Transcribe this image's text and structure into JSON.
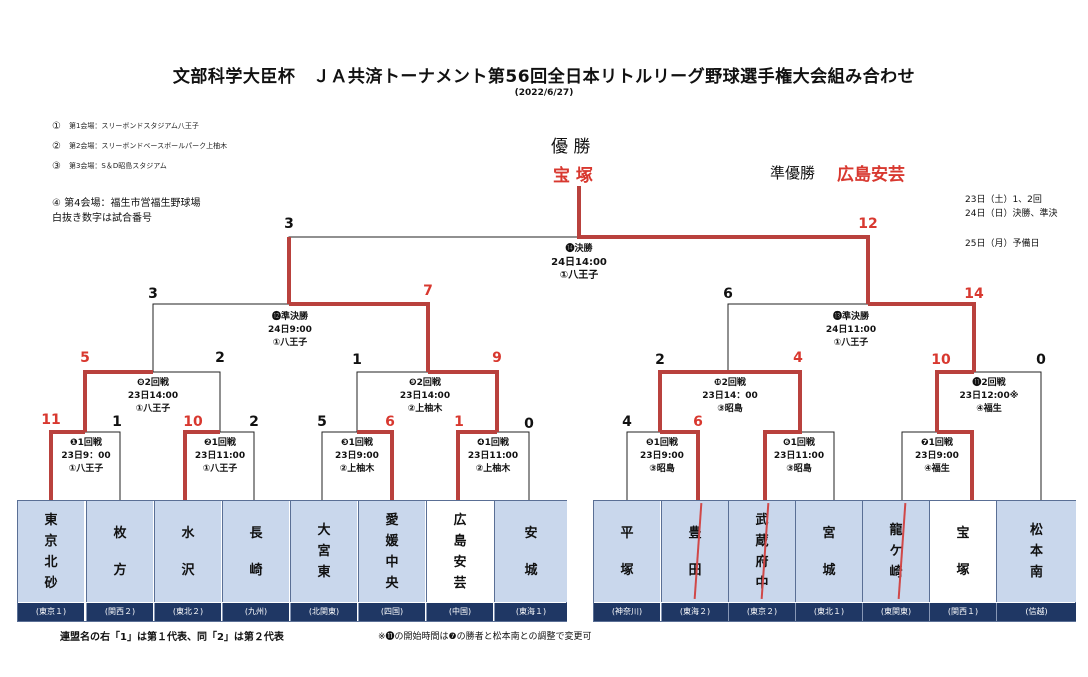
{
  "header": {
    "title": "文部科学大臣杯　ＪＡ共済トーナメント第56回全日本リトルリーグ野球選手権大会組み合わせ",
    "date": "(2022/6/27)"
  },
  "venues": [
    {
      "mark": "①",
      "text": "第1会場：スリーボンドスタジアム八王子"
    },
    {
      "mark": "②",
      "text": "第2会場：スリーボンドベースボールパーク上柚木"
    },
    {
      "mark": "③",
      "text": "第3会場：S＆D昭島スタジアム"
    }
  ],
  "venue4": "④ 第4会場：福生市営福生野球場",
  "venue_note": "白抜き数字は試合番号",
  "schedule": [
    "23日（土）1、2回",
    "24日（日）決勝、準決",
    "25日（月）予備日"
  ],
  "champion": {
    "label": "優 勝",
    "team": "宝 塚"
  },
  "runner_up": {
    "label": "準優勝",
    "team": "広島安芸"
  },
  "matches": {
    "m1": {
      "name": "❶1回戦",
      "time": "23日9：00",
      "venue": "①八王子"
    },
    "m2": {
      "name": "❷1回戦",
      "time": "23日11:00",
      "venue": "①八王子"
    },
    "m3": {
      "name": "❸1回戦",
      "time": "23日9:00",
      "venue": "②上柚木"
    },
    "m4": {
      "name": "❹1回戦",
      "time": "23日11:00",
      "venue": "②上柚木"
    },
    "m5": {
      "name": "❺1回戦",
      "time": "23日9:00",
      "venue": "③昭島"
    },
    "m6": {
      "name": "❻1回戦",
      "time": "23日11:00",
      "venue": "③昭島"
    },
    "m7": {
      "name": "❼1回戦",
      "time": "23日9:00",
      "venue": "④福生"
    },
    "m8": {
      "name": "❽2回戦",
      "time": "23日14:00",
      "venue": "①八王子"
    },
    "m9": {
      "name": "❾2回戦",
      "time": "23日14:00",
      "venue": "②上柚木"
    },
    "m10": {
      "name": "❿2回戦",
      "time": "23日14：00",
      "venue": "③昭島"
    },
    "m11": {
      "name": "⓫2回戦",
      "time": "23日12:00※",
      "venue": "④福生"
    },
    "m12": {
      "name": "⓬準決勝",
      "time": "24日9:00",
      "venue": "①八王子"
    },
    "m13": {
      "name": "⓭準決勝",
      "time": "24日11:00",
      "venue": "①八王子"
    },
    "m14": {
      "name": "⓮決勝",
      "time": "24日14:00",
      "venue": "①八王子"
    }
  },
  "scores": {
    "r1": [
      "11",
      "1",
      "10",
      "2",
      "5",
      "6",
      "1",
      "0",
      "4",
      "6",
      "",
      "",
      "",
      ""
    ],
    "r2": [
      "5",
      "2",
      "1",
      "9",
      "2",
      "4",
      "10",
      "0"
    ],
    "r3": [
      "3",
      "7",
      "6",
      "14"
    ],
    "final": [
      "3",
      "12"
    ]
  },
  "teams": [
    {
      "name": [
        "東",
        "京",
        "北",
        "砂"
      ],
      "region": "(東京１)"
    },
    {
      "name": [
        "枚",
        "方"
      ],
      "region": "(関西２)"
    },
    {
      "name": [
        "水",
        "沢"
      ],
      "region": "(東北２)"
    },
    {
      "name": [
        "長",
        "崎"
      ],
      "region": "(九州)"
    },
    {
      "name": [
        "大",
        "宮",
        "東"
      ],
      "region": "(北関東)"
    },
    {
      "name": [
        "愛",
        "媛",
        "中",
        "央"
      ],
      "region": "(四国)"
    },
    {
      "name": [
        "広",
        "島",
        "安",
        "芸"
      ],
      "region": "(中国)"
    },
    {
      "name": [
        "安",
        "城"
      ],
      "region": "(東海１)"
    },
    {
      "name": [
        "平",
        "塚"
      ],
      "region": "(神奈川)"
    },
    {
      "name": [
        "豊",
        "田"
      ],
      "region": "(東海２)"
    },
    {
      "name": [
        "武",
        "蔵",
        "府",
        "中"
      ],
      "region": "(東京２)"
    },
    {
      "name": [
        "宮",
        "城"
      ],
      "region": "(東北１)"
    },
    {
      "name": [
        "龍",
        "ケ",
        "崎"
      ],
      "region": "(東関東)"
    },
    {
      "name": [
        "宝",
        "塚"
      ],
      "region": "(関西１)"
    },
    {
      "name": [
        "松",
        "本",
        "南"
      ],
      "region": "(信越)"
    }
  ],
  "footer": {
    "left": "連盟名の右「1」は第１代表、同「2」は第２代表",
    "right": "※⓫の開始時間は❼の勝者と松本南との調整で変更可"
  },
  "colors": {
    "win_line": "#b9413d",
    "line": "#222222",
    "team_bg": "#c9d7ec",
    "region_bg": "#1f3764",
    "accent": "#d8382f"
  }
}
